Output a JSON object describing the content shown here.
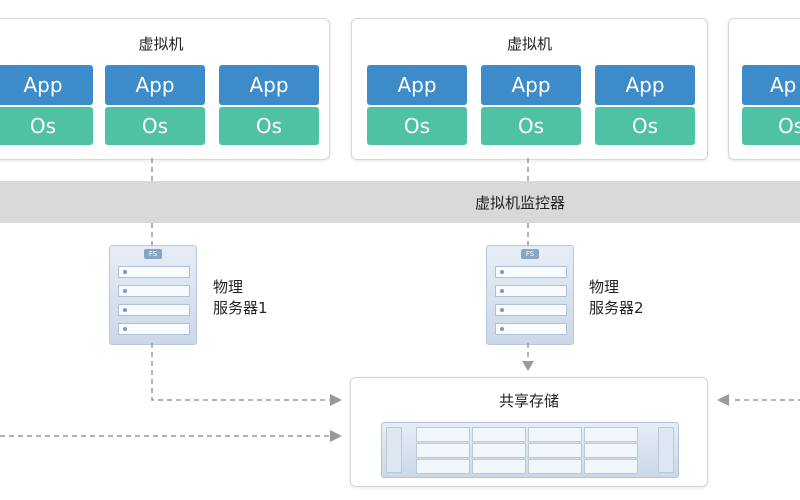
{
  "virtual_machines": [
    {
      "title": "虚拟机",
      "stacks": [
        {
          "app": "App",
          "os": "Os"
        },
        {
          "app": "App",
          "os": "Os"
        },
        {
          "app": "App",
          "os": "Os"
        }
      ]
    },
    {
      "title": "虚拟机",
      "stacks": [
        {
          "app": "App",
          "os": "Os"
        },
        {
          "app": "App",
          "os": "Os"
        },
        {
          "app": "App",
          "os": "Os"
        }
      ]
    },
    {
      "title": "",
      "stacks": [
        {
          "app": "Ap",
          "os": "Os"
        }
      ]
    }
  ],
  "hypervisor": {
    "label": "虚拟机监控器"
  },
  "servers": [
    {
      "line1": "物理",
      "line2": "服务器1",
      "logo": "FS"
    },
    {
      "line1": "物理",
      "line2": "服务器2",
      "logo": "FS"
    }
  ],
  "storage": {
    "title": "共享存储"
  },
  "colors": {
    "app": "#3d8bc9",
    "os": "#4fc1a4",
    "hypervisor": "#d9d9d9",
    "connector": "#9a9a9a"
  }
}
